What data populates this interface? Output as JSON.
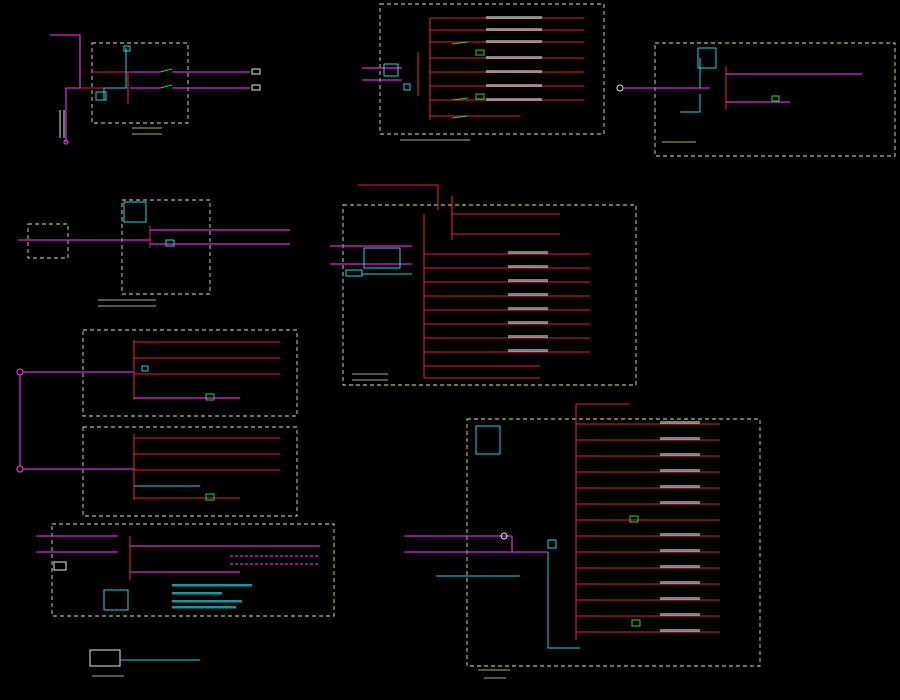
{
  "drawing": {
    "colors": {
      "background": "#000000",
      "box_border": "#e8e8a0",
      "bus": "#e0203a",
      "incoming": "#d030d0",
      "control": "#30d0e0",
      "meter": "#30d040",
      "text": "#e8e8e8"
    },
    "panels": [
      {
        "id": "ap1",
        "feeders": 2
      },
      {
        "id": "ap2",
        "feeders": 8
      },
      {
        "id": "ap3",
        "feeders": 1
      },
      {
        "id": "ap4",
        "feeders": 2
      },
      {
        "id": "ap5",
        "feeders": 13
      },
      {
        "id": "ap6",
        "feeders": 3
      },
      {
        "id": "ap7",
        "feeders": 3
      },
      {
        "id": "ap8",
        "feeders": 2
      },
      {
        "id": "ap9",
        "feeders": 16
      },
      {
        "id": "ap10",
        "feeders": 1
      }
    ]
  }
}
